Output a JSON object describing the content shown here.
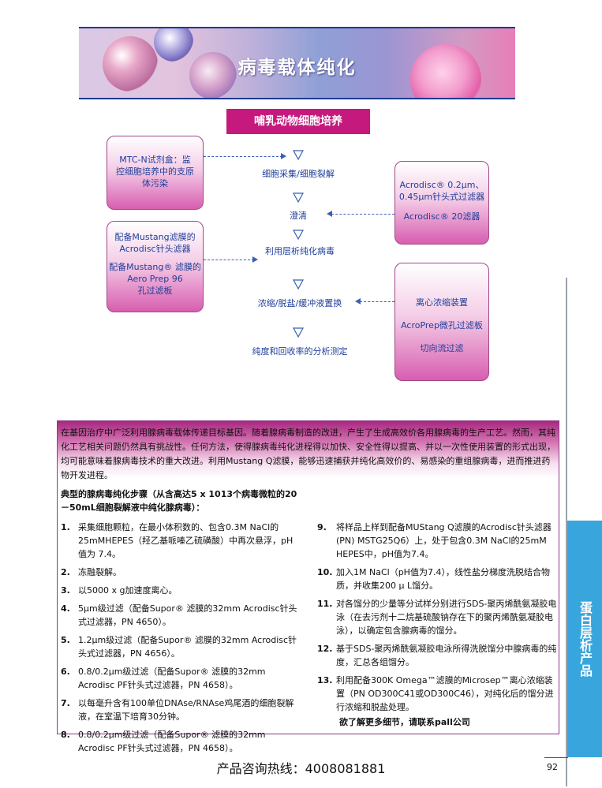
{
  "banner": {
    "title": "病毒载体纯化"
  },
  "subhead": "哺乳动物细胞培养",
  "left_boxes": [
    {
      "lines": [
        "MTC-N试剂盒：监",
        "控细胞培养中的支原",
        "体污染"
      ]
    },
    {
      "lines": [
        "配备Mustang滤膜的",
        "Acrodisc针头滤器",
        "",
        "配备Mustang® 滤膜的",
        "Aero Prep 96",
        "孔过滤板"
      ]
    }
  ],
  "right_boxes": [
    {
      "lines": [
        "Acrodisc® 0.2μm、",
        "0.45μm针头式过滤器",
        "",
        "Acrodisc® 20滤器"
      ]
    },
    {
      "lines": [
        "离心浓缩装置",
        "",
        "AcroPrep微孔过滤板",
        "",
        "切向流过滤"
      ]
    }
  ],
  "flow_steps": [
    "细胞采集/细胞裂解",
    "澄清",
    "利用层析纯化病毒",
    "浓缩/脱盐/缓冲液置换",
    "纯度和回收率的分析测定"
  ],
  "intro": {
    "paragraph": "在基因治疗中广泛利用腺病毒载体传递目标基因。随着腺病毒制造的改进，产生了生成高效价各用腺病毒的生产工艺。然而，其纯化工艺相关问题仍然具有挑战性。任何方法，使得腺病毒纯化进程得以加快、安全性得以提高、并以一次性使用装置的形式出现，均可能意味着腺病毒技术的重大改进。利用Mustang Q滤膜，能够迅速捕获并纯化高效价的、易感染的重组腺病毒，进而推进药物开发进程。",
    "subtitle": "典型的腺病毒纯化步骤（从含高达5 x 1013个病毒微粒的20－50mL细胞裂解液中纯化腺病毒）："
  },
  "steps_left": [
    {
      "num": "1.",
      "text": "采集细胞颗粒，在最小体积数的、包含0.3M NaCl的25mMHEPES（羟乙基哌嗪乙硫磺酸）中再次悬浮，pH值为 7.4。"
    },
    {
      "num": "2.",
      "text": "冻融裂解。"
    },
    {
      "num": "3.",
      "text": "以5000 x g加速度离心。"
    },
    {
      "num": "4.",
      "text": "5μm级过滤（配备Supor® 滤膜的32mm Acrodisc针头式过滤器，PN 4650）。"
    },
    {
      "num": "5.",
      "text": "1.2μm级过滤（配备Supor® 滤膜的32mm Acrodisc针头式过滤器，PN 4656）。"
    },
    {
      "num": "6.",
      "text": "0.8/0.2μm级过滤（配备Supor® 滤膜的32mm Acrodisc PF针头式过滤器，PN 4658）。"
    },
    {
      "num": "7.",
      "text": "以每毫升含有100单位DNAse/RNAse鸡尾酒的细胞裂解液，在室温下培育30分钟。"
    },
    {
      "num": "8.",
      "text": "0.8/0.2μm级过滤（配备Supor® 滤膜的32mm Acrodisc PF针头式过滤器，PN 4658）。"
    }
  ],
  "steps_right": [
    {
      "num": "9.",
      "text": "将样品上样到配备MUStang Q滤膜的Acrodisc针头滤器(PN) MSTG25Q6）上，处于包含0.3M NaCl的25mM HEPES中，pH值为7.4。"
    },
    {
      "num": "10.",
      "text": "加入1M NaCl（pH值为7.4），线性盐分梯度洗脱结合物质，并收集200 μ L馏分。"
    },
    {
      "num": "11.",
      "text": "对各馏分的少量等分试样分别进行SDS-聚丙烯酰氨凝胶电泳（在去污剂十二烷基硫酸钠存在下的聚丙烯酰氨凝胶电泳），以确定包含腺病毒的馏分。"
    },
    {
      "num": "12.",
      "text": "基于SDS-聚丙烯酰氨凝胶电泳所得洗脱馏分中腺病毒的纯度，汇总各组馏分。"
    },
    {
      "num": "13.",
      "text": "利用配备300K Omega™滤膜的Microsep™离心浓缩装置（PN OD300C41或OD300C46），对纯化后的馏分进行浓缩和脱盐处理。"
    }
  ],
  "contact": "欲了解更多细节，请联系pall公司",
  "side_tab": "蛋白层析产品",
  "footer": {
    "hotline": "产品咨询热线：4008081881",
    "page_number": "92"
  },
  "colors": {
    "magenta": "#c5197d",
    "blue_text": "#1f3f9a",
    "tab_blue": "#38a6dc"
  }
}
